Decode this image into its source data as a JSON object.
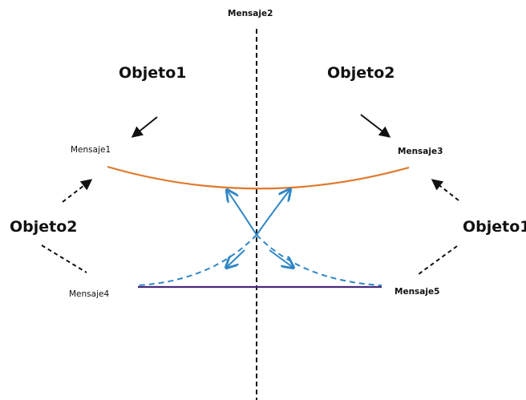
{
  "axis_label": "Mensaje2",
  "objects": {
    "top_left": "Objeto1",
    "top_right": "Objeto2",
    "mid_left": "Objeto2",
    "mid_right": "Objeto1"
  },
  "messages": {
    "m1": "Mensaje1",
    "m3": "Mensaje3",
    "m4": "Mensaje4",
    "m5": "Mensaje5"
  },
  "colors": {
    "top_curve": "#e0782b",
    "bottom_line": "#4a2a7a",
    "cross_arrows": "#2f86c6",
    "axis": "#111111"
  }
}
